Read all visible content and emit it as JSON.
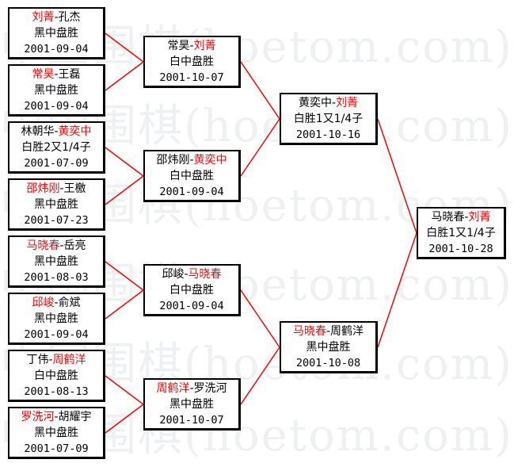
{
  "watermark": "中国围棋(hoetom.com)",
  "accent_color": "#ff0000",
  "matches": {
    "r1_1": {
      "p1": "刘菁",
      "sep": "-",
      "p2": "孔杰",
      "winner": 1,
      "result": "黑中盘胜",
      "date": "2001-09-04"
    },
    "r1_2": {
      "p1": "常昊",
      "sep": "-",
      "p2": "王磊",
      "winner": 1,
      "result": "黑中盘胜",
      "date": "2001-09-04"
    },
    "r1_3": {
      "p1": "林朝华",
      "sep": "-",
      "p2": "黄奕中",
      "winner": 2,
      "result": "白胜2又1/4子",
      "date": "2001-07-09"
    },
    "r1_4": {
      "p1": "邵炜刚",
      "sep": "-",
      "p2": "王檄",
      "winner": 1,
      "result": "黑中盘胜",
      "date": "2001-07-23"
    },
    "r1_5": {
      "p1": "马晓春",
      "sep": "-",
      "p2": "岳亮",
      "winner": 1,
      "result": "黑中盘胜",
      "date": "2001-08-03"
    },
    "r1_6": {
      "p1": "邱峻",
      "sep": "-",
      "p2": "俞斌",
      "winner": 1,
      "result": "黑中盘胜",
      "date": "2001-09-04"
    },
    "r1_7": {
      "p1": "丁伟",
      "sep": "-",
      "p2": "周鹤洋",
      "winner": 2,
      "result": "白中盘胜",
      "date": "2001-08-13"
    },
    "r1_8": {
      "p1": "罗洗河",
      "sep": "-",
      "p2": "胡耀宇",
      "winner": 1,
      "result": "黑中盘胜",
      "date": "2001-07-09"
    },
    "r2_1": {
      "p1": "常昊",
      "sep": "-",
      "p2": "刘菁",
      "winner": 2,
      "result": "白中盘胜",
      "date": "2001-10-07"
    },
    "r2_2": {
      "p1": "邵炜刚",
      "sep": "-",
      "p2": "黄奕中",
      "winner": 2,
      "result": "白中盘胜",
      "date": "2001-09-04"
    },
    "r2_3": {
      "p1": "邱峻",
      "sep": "-",
      "p2": "马晓春",
      "winner": 2,
      "result": "白中盘胜",
      "date": "2001-09-04"
    },
    "r2_4": {
      "p1": "周鹤洋",
      "sep": "-",
      "p2": "罗洗河",
      "winner": 1,
      "result": "黑中盘胜",
      "date": "2001-10-07"
    },
    "r3_1": {
      "p1": "黄奕中",
      "sep": "-",
      "p2": "刘菁",
      "winner": 2,
      "result": "白胜1又1/4子",
      "date": "2001-10-16"
    },
    "r3_2": {
      "p1": "马晓春",
      "sep": "-",
      "p2": "周鹤洋",
      "winner": 1,
      "result": "黑中盘胜",
      "date": "2001-10-08"
    },
    "final": {
      "p1": "马晓春",
      "sep": "-",
      "p2": "刘菁",
      "winner": 2,
      "result": "白胜1又1/4子",
      "date": "2001-10-28"
    }
  }
}
